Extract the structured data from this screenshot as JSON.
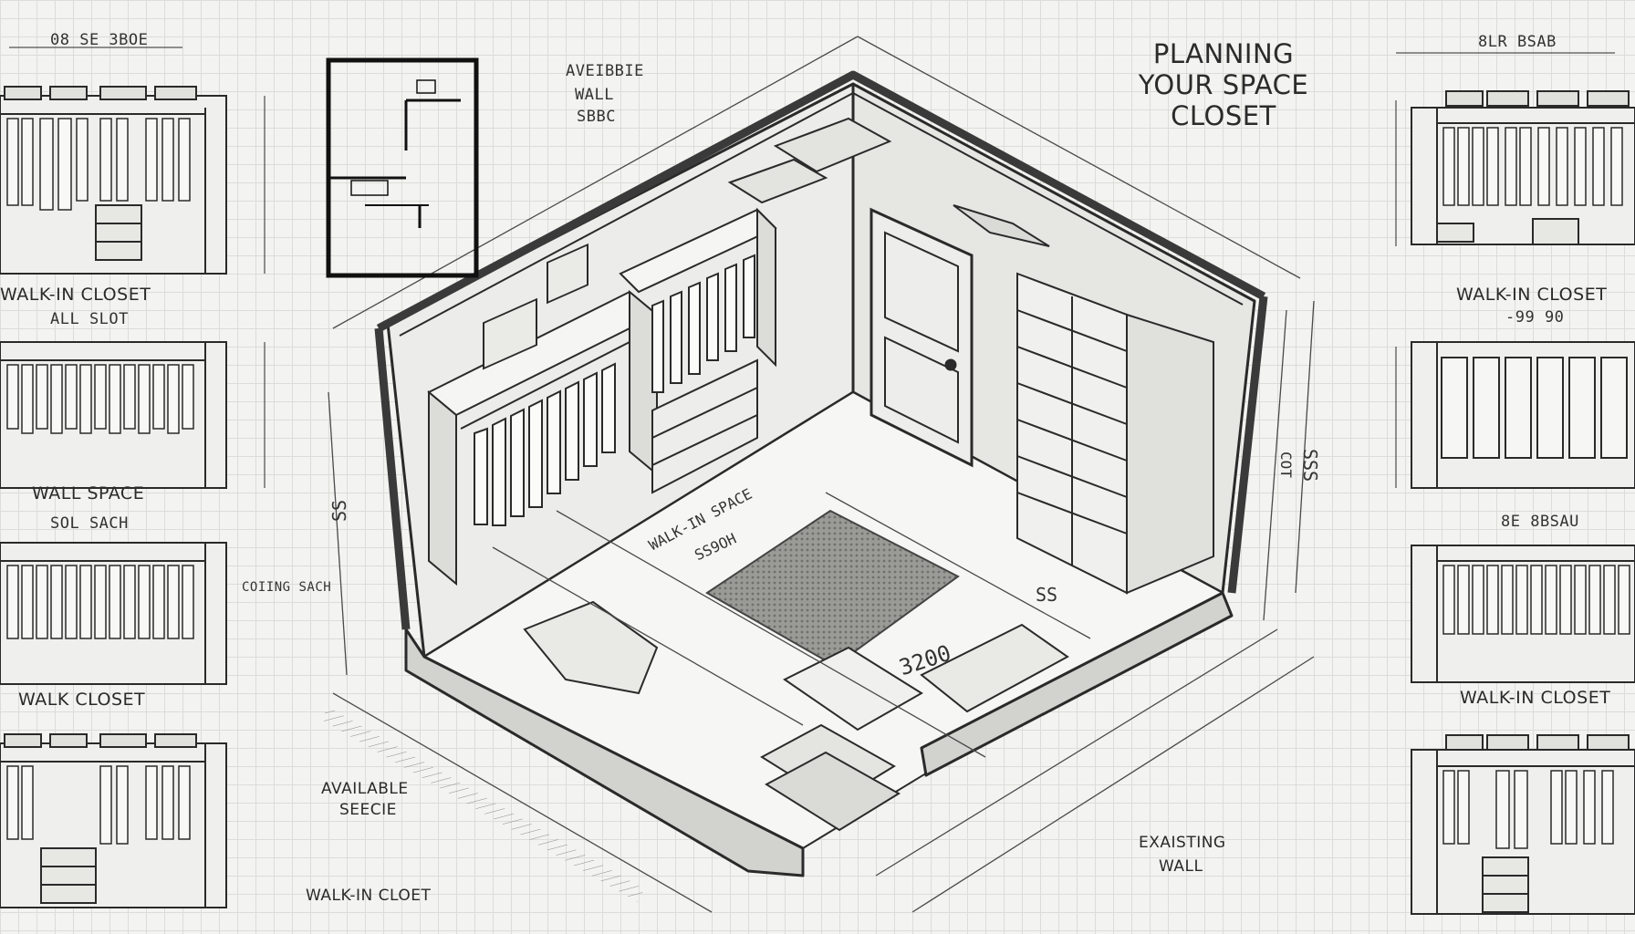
{
  "title": {
    "line1": "PLANNING",
    "line2": "YOUR SPACE",
    "line3": "CLOSET"
  },
  "labels": {
    "left_walkin_closet": "WALK-IN CLOSET",
    "left_all_slot": "ALL SLOT",
    "left_wall_space": "WALL SPACE",
    "left_sol_sach": "SOL SACH",
    "left_walk_closet": "WALK CLOSET",
    "coiling_sach": "COIING SACH",
    "available_wall_top": "AVEIBBIE",
    "available_wall_top2": "WALL",
    "available_wall_top3": "SBBC",
    "available_space_bottom": "AVAILABLE",
    "available_space_bottom2": "SEECIE",
    "walkin_closet_bottom": "WALK-IN CLOET",
    "existing_wall": "EXAISTING",
    "existing_wall2": "WALL",
    "right_walkin_closet_1": "WALK-IN CLOSET",
    "right_walkin_closet_1_sub": "-99 90",
    "right_walkin_closet_2": "WALK-IN CLOSET",
    "right_top_sub": "8LR BSAB",
    "right_mid_sub": "8E 8BSAU",
    "floor_walkin_space": "WALK-IN SPACE",
    "floor_dim_center": "3200",
    "floor_dim_small": "SS9OH",
    "floor_dim_right": "SS",
    "wall_dim_height": "SS",
    "wall_dim_right": "SSS",
    "wall_dim_right2": "COT",
    "top_left_sub": "08 SE 3BOE"
  },
  "colors": {
    "ink": "#2a2a2a",
    "paper": "#f3f3f1",
    "grid": "#dcdcd8",
    "shade": "#a9a9a6",
    "rug": "#8c8c8a"
  }
}
